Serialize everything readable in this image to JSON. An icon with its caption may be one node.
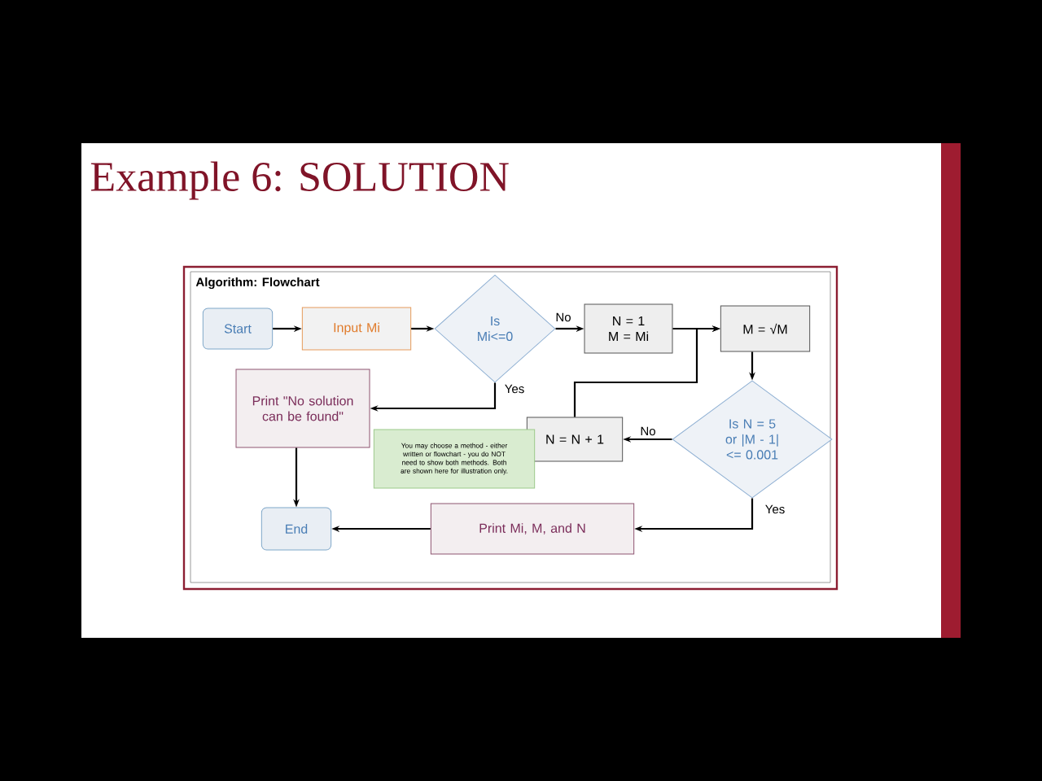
{
  "diagram": {
    "title": "Example 6: SOLUTION",
    "nodes": [
      {
        "text": [
          "Start"
        ]
      },
      {
        "text": [
          "Input Mi"
        ]
      },
      {
        "text": [
          "Is Mi<=0"
        ]
      },
      {
        "text": [
          "N = 1 M = Mi"
        ]
      },
      {
        "text": [
          "M = √M"
        ]
      },
      {
        "text": [
          "Is N = 5 or |M - 1| <= 0.001"
        ]
      },
      {
        "text": [
          "N = N + 1"
        ]
      },
      {
        "text": [
          "Print \"No solution can be found\""
        ]
      },
      {
        "text": [
          "End"
        ]
      },
      {
        "text": [
          "Print Mi, M, and N"
        ]
      },
      {
        "text": [
          "You may choose a method - either written or flowchart - you do NOT need to show both methods. Both are shown here for illustration only."
        ]
      }
    ],
    "edges": [
      {
        "from": 0,
        "to": 1,
        "arrow": "to"
      },
      {
        "from": 1,
        "to": 2,
        "arrow": "to"
      },
      {
        "from": 2,
        "to": 3,
        "arrow": "to",
        "label": "No"
      },
      {
        "from": 3,
        "to": 4,
        "arrow": "to"
      },
      {
        "from": 2,
        "to": 7,
        "arrow": "to",
        "label": "Yes"
      },
      {
        "from": 7,
        "to": 8,
        "arrow": "to"
      },
      {
        "from": 4,
        "to": 5,
        "arrow": "to"
      },
      {
        "from": 5,
        "to": 6,
        "arrow": "to",
        "label": "No"
      },
      {
        "from": 6,
        "to": 4,
        "arrow": "to"
      },
      {
        "from": 5,
        "to": 9,
        "arrow": "to",
        "label": "Yes"
      },
      {
        "from": 9,
        "to": 8,
        "arrow": "to"
      }
    ],
    "labels": [
      "Algorithm:  Flowchart"
    ]
  }
}
